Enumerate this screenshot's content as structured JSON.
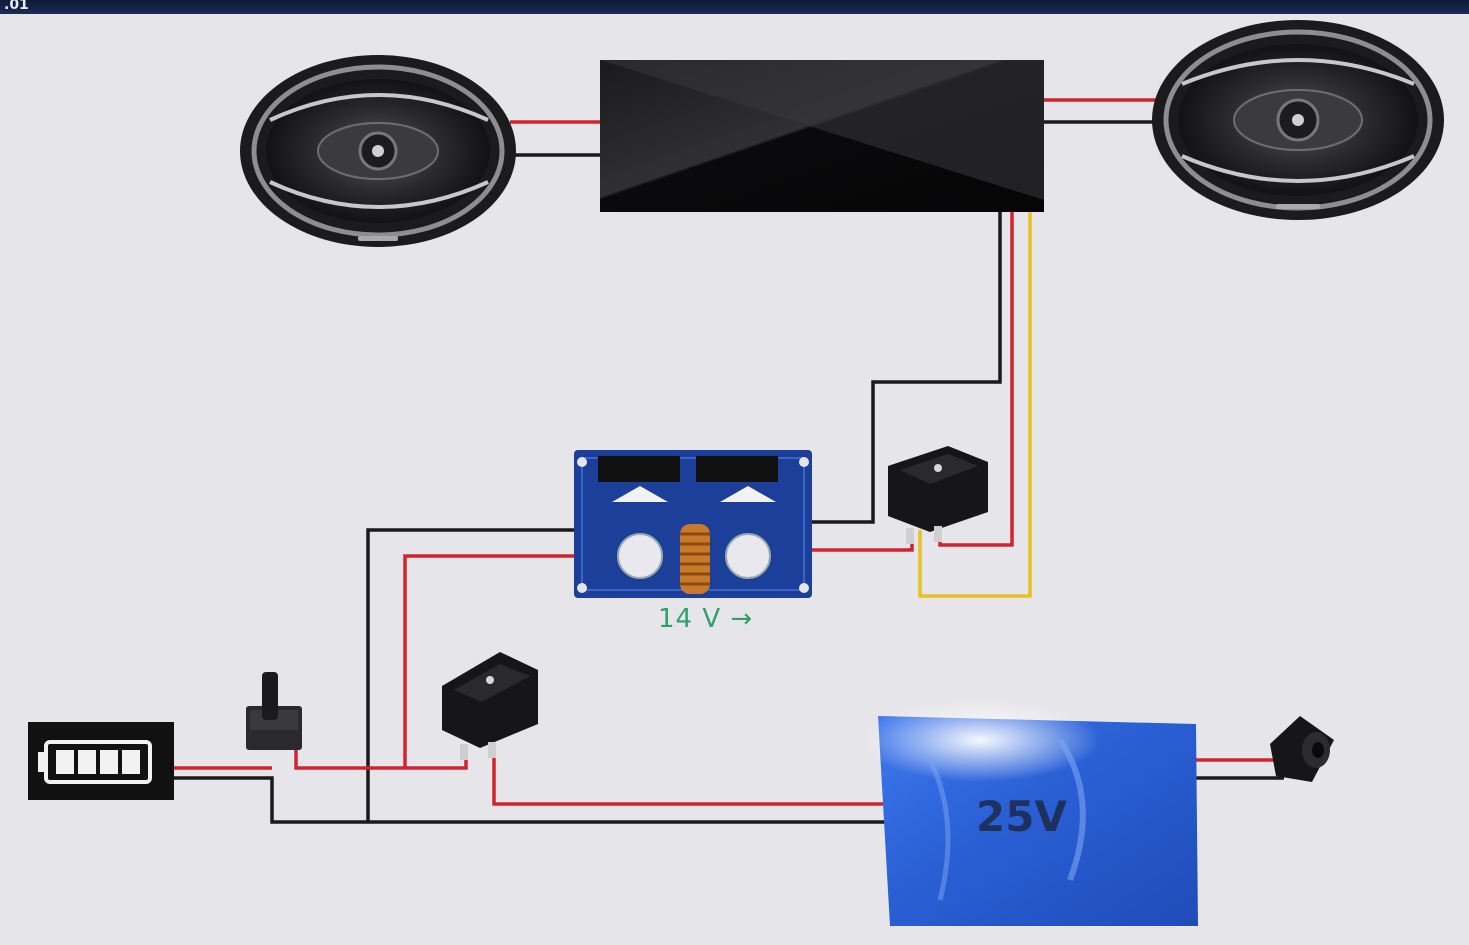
{
  "header": {
    "title": ".01"
  },
  "labels": {
    "converter_output": "14 V →",
    "battery_voltage": "25V"
  },
  "components": [
    {
      "id": "speaker-left",
      "type": "speaker",
      "icon": "speaker-icon"
    },
    {
      "id": "speaker-right",
      "type": "speaker",
      "icon": "speaker-icon"
    },
    {
      "id": "amplifier",
      "type": "amplifier",
      "icon": "amplifier-icon"
    },
    {
      "id": "buck-converter",
      "type": "dc-dc-converter",
      "icon": "converter-board-icon"
    },
    {
      "id": "switch-amp",
      "type": "rocker-switch",
      "icon": "rocker-switch-icon"
    },
    {
      "id": "switch-main",
      "type": "rocker-switch",
      "icon": "rocker-switch-icon"
    },
    {
      "id": "push-button",
      "type": "push-button",
      "icon": "push-button-icon"
    },
    {
      "id": "battery-indicator",
      "type": "battery-level-display",
      "icon": "battery-level-icon"
    },
    {
      "id": "battery-pack",
      "type": "battery",
      "icon": "battery-pack-icon"
    },
    {
      "id": "charge-port",
      "type": "dc-jack",
      "icon": "dc-jack-icon"
    }
  ],
  "colors": {
    "background": "#e6e6ea",
    "wire_positive": "#d0242e",
    "wire_negative": "#1a1a1a",
    "wire_switched": "#e8c020",
    "battery_pack": "#2f63d6",
    "converter_board": "#1c3f9a",
    "label_green": "#2fa06a"
  }
}
